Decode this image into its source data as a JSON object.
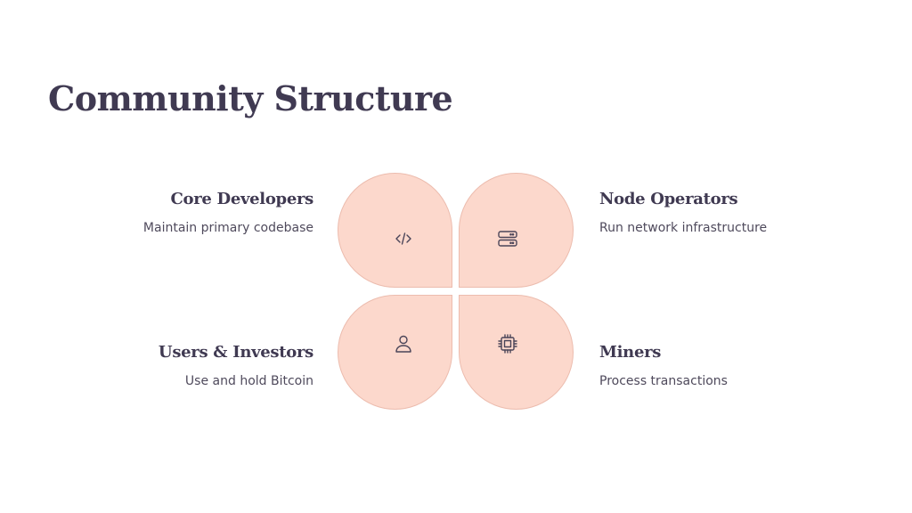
{
  "title": "Community Structure",
  "colors": {
    "petal_fill": "#fcd8cc",
    "petal_border": "#ecbcae",
    "text_dark": "#403a52",
    "icon": "#4a4458"
  },
  "groups": [
    {
      "position": "top-left",
      "title": "Core Developers",
      "description": "Maintain primary codebase",
      "icon": "code-icon"
    },
    {
      "position": "top-right",
      "title": "Node Operators",
      "description": "Run network infrastructure",
      "icon": "server-icon"
    },
    {
      "position": "bottom-left",
      "title": "Users & Investors",
      "description": "Use and hold Bitcoin",
      "icon": "user-icon"
    },
    {
      "position": "bottom-right",
      "title": "Miners",
      "description": "Process transactions",
      "icon": "cpu-chip-icon"
    }
  ]
}
